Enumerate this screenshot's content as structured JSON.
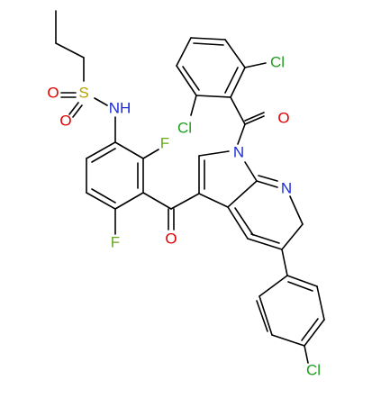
{
  "diagram": {
    "type": "chemical-structure",
    "atom_labels": {
      "o_sulfonyl_1": "O",
      "s_sulfonyl": "S",
      "o_sulfonyl_2": "O",
      "nh": "NH",
      "f_upper": "F",
      "f_lower": "F",
      "o_ketone_left": "O",
      "cl_top": "Cl",
      "cl_left": "Cl",
      "o_ketone_right": "O",
      "n_pyrrole": "N",
      "n_pyridine": "N",
      "cl_para": "Cl"
    },
    "colors": {
      "carbon_bonds": "#000000",
      "oxygen": "#e00000",
      "sulfur": "#b8a000",
      "nitrogen": "#1a2bd6",
      "fluorine": "#66a81e",
      "chlorine": "#1ea01e"
    }
  }
}
